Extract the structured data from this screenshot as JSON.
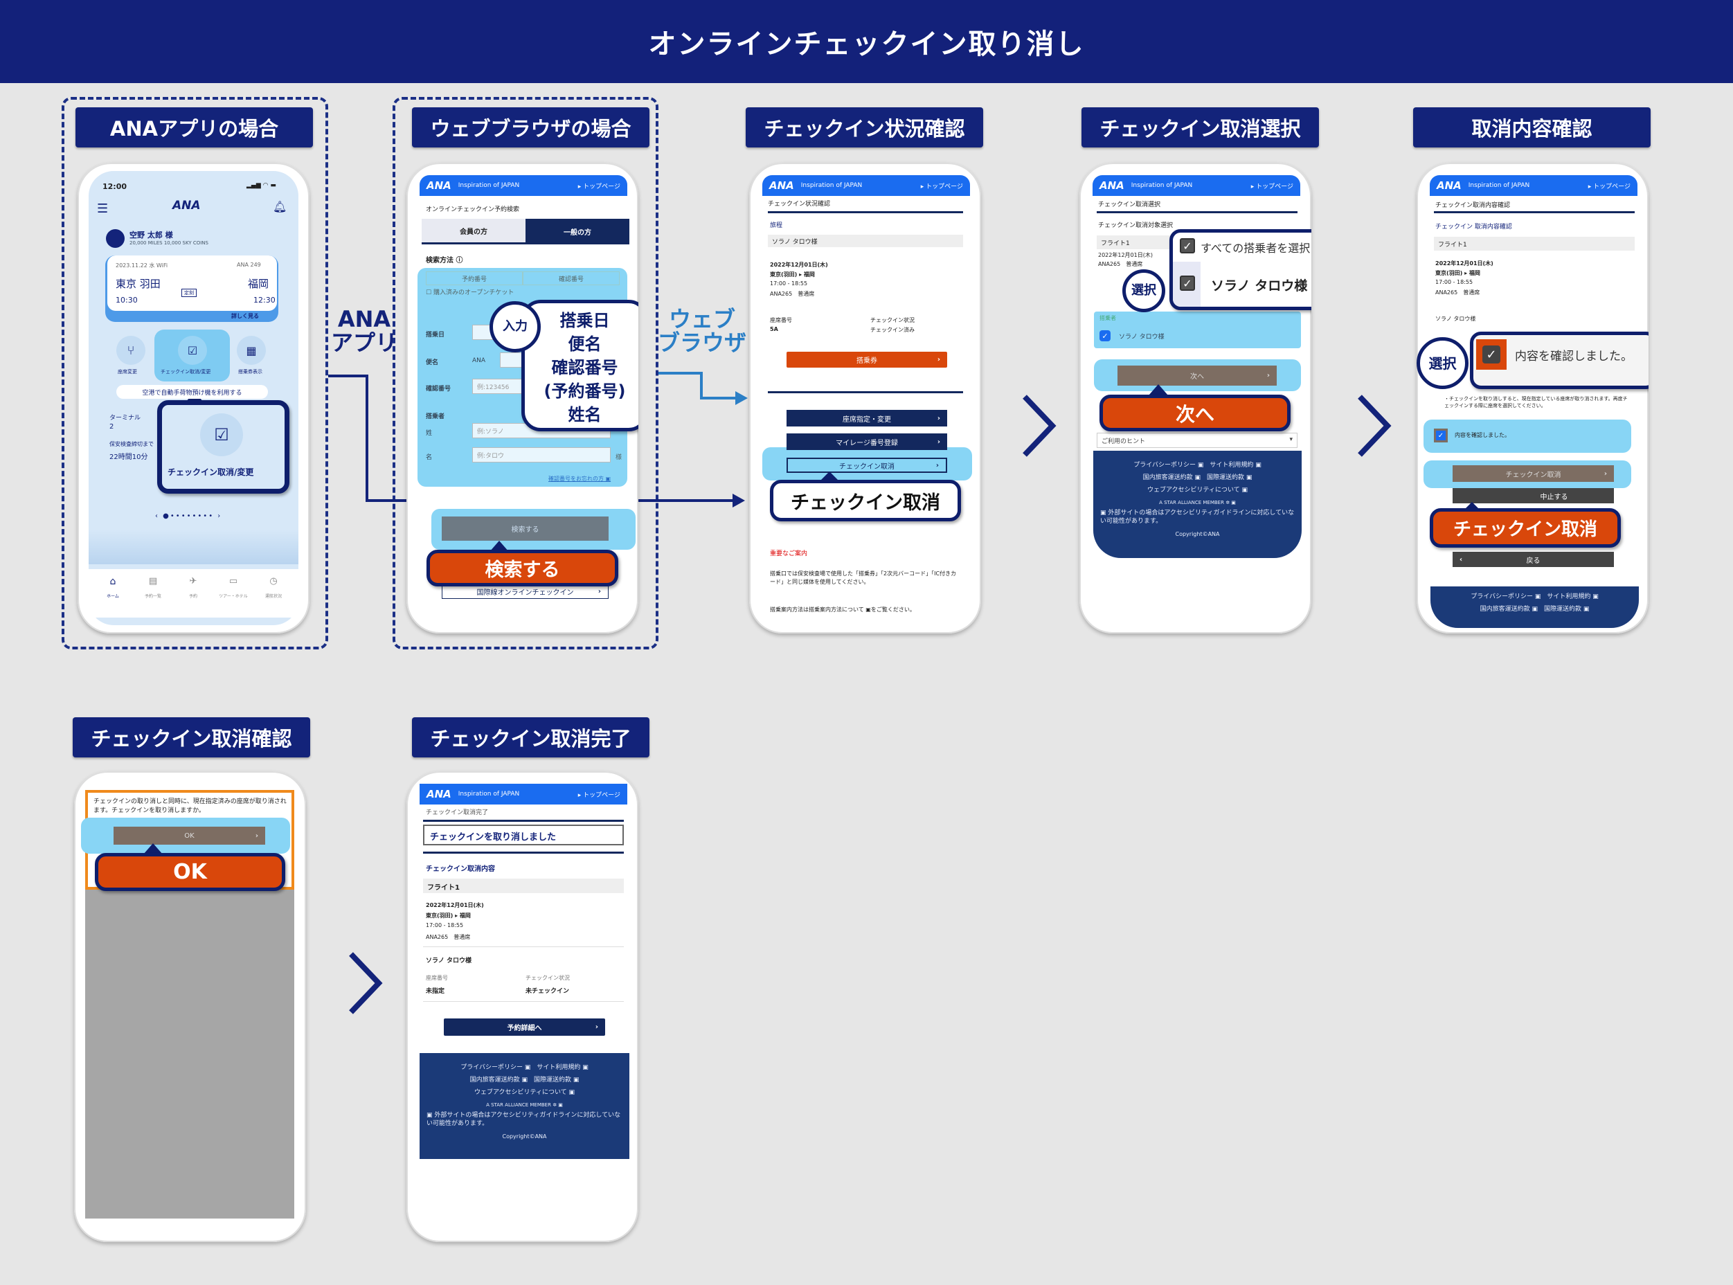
{
  "header": {
    "title": "オンラインチェックイン取り消し"
  },
  "common": {
    "ana_logo": "ANA",
    "tagline": "Inspiration of JAPAN",
    "top_page": "▸ トップページ",
    "footer": {
      "privacy": "プライバシーポリシー ▣",
      "terms": "サイト利用規約 ▣",
      "domestic": "国内旅客運送約款 ▣",
      "intl": "国際運送約款 ▣",
      "accessibility": "ウェブアクセシビリティについて ▣",
      "star": "A STAR ALLIANCE MEMBER ✲ ▣",
      "external_note": "▣ 外部サイトの場合はアクセシビリティガイドラインに対応していない可能性があります。",
      "copyright": "Copyright©ANA"
    },
    "flight": {
      "date": "2022年12月01日(木)",
      "route": "東京(羽田) ▸ 福岡",
      "time": "17:00 - 18:55",
      "number": "ANA265　普通席",
      "flight_label": "フライト1",
      "passenger": "ソラノ タロウ様"
    }
  },
  "flows": {
    "app_line1": "ANA",
    "app_line2": "アプリ",
    "web_line1": "ウェブ",
    "web_line2": "ブラウザ"
  },
  "app": {
    "label": "ANAアプリの場合",
    "time": "12:00",
    "status": "▂▄▆ ◠ ▬",
    "member_name": "空野 太郎 様",
    "miles": "20,000 MILES  10,000 SKY COINS",
    "card": {
      "date": "2023.11.22 水 WiFi",
      "flight": "ANA 249",
      "from": "東京 羽田",
      "to": "福岡",
      "dep": "10:30",
      "arr": "12:30",
      "status": "定刻",
      "details": "詳しく見る"
    },
    "actions": [
      "座席変更",
      "チェックイン取消/変更",
      "搭乗券表示"
    ],
    "pill": "空港で自動手荷物預け機を利用する",
    "terminal_label": "ターミナル",
    "terminal": "2",
    "security_label": "保安検査締切まで",
    "security": "22時間10分",
    "callout": "チェックイン取消/変更",
    "nav": [
      "ホーム",
      "予約一覧",
      "予約",
      "ツアー・ホテル",
      "運航状況"
    ]
  },
  "web": {
    "label": "ウェブブラウザの場合",
    "title": "オンラインチェックイン予約検索",
    "tab_member": "会員の方",
    "tab_general": "一般の方",
    "method": "検索方法 ⓘ",
    "radio1": "予約番号",
    "radio2": "確認番号",
    "purchased": "購入済みのオープンチケット",
    "f_date": "搭乗日",
    "f_flight": "便名",
    "f_flight_prefix": "ANA",
    "f_conf": "確認番号",
    "f_conf_ph": "例:123456",
    "f_pax": "搭乗者",
    "f_last": "姓",
    "f_last_ph": "例:ソラノ",
    "f_first": "名",
    "f_first_ph": "例:タロウ",
    "sama": "様",
    "forgot": "確認番号をお忘れの方 ▣",
    "search_btn": "検索する",
    "intl_btn": "国際線オンラインチェックイン",
    "bubble_circle": "入力",
    "bubble_lines": [
      "搭乗日",
      "便名",
      "確認番号",
      "(予約番号)",
      "姓名"
    ],
    "callout": "検索する"
  },
  "status": {
    "label": "チェックイン状況確認",
    "title": "チェックイン状況確認",
    "itinerary": "旅程",
    "passenger": "ソラノ タロウ様",
    "seat_label": "座席番号",
    "seat": "5A",
    "ci_label": "チェックイン状況",
    "ci": "チェックイン済み",
    "boarding_btn": "搭乗券",
    "seat_btn": "座席指定・変更",
    "mileage_btn": "マイレージ番号登録",
    "cancel_btn": "チェックイン取消",
    "callout": "チェックイン取消",
    "important": "重要なご案内",
    "note1": "搭乗口では保安検査場で使用した「搭乗券」「2次元バーコード」「IC付きカード」と同じ媒体を使用してください。",
    "note2": "搭乗案内方法は搭乗案内方法について ▣をご覧ください。"
  },
  "select": {
    "label": "チェックイン取消選択",
    "title": "チェックイン取消選択",
    "subtitle": "チェックイン取消対象選択",
    "pax_section": "搭乗者",
    "pax": "ソラノ タロウ様",
    "next_btn": "次へ",
    "hint": "ご利用のヒント",
    "callout_all": "すべての搭乗者を選択",
    "callout_pax": "ソラノ タロウ様",
    "circle": "選択",
    "callout_next": "次へ"
  },
  "confirm": {
    "label": "取消内容確認",
    "title": "チェックイン取消内容確認",
    "subtitle": "チェックイン 取消内容確認",
    "warning": "・チェックインを取り消しすると、現在指定している座席が取り消されます。再度チェックインする際に座席を選択してください。",
    "check": "内容を確認しました。",
    "cancel_btn": "チェックイン取消",
    "stop_btn": "中止する",
    "back_btn": "戻る",
    "circle": "選択",
    "callout_check": "内容を確認しました。",
    "callout_btn": "チェックイン取消"
  },
  "dialog": {
    "label": "チェックイン取消確認",
    "message": "チェックインの取り消しと同時に、現在指定済みの座席が取り消されます。チェックインを取り消しますか。",
    "ok_btn": "OK",
    "callout": "OK"
  },
  "complete": {
    "label": "チェックイン取消完了",
    "title": "チェックイン取消完了",
    "done": "チェックインを取り消しました",
    "section": "チェックイン取消内容",
    "seat_label": "座席番号",
    "seat": "未指定",
    "ci_label": "チェックイン状況",
    "ci": "未チェックイン",
    "detail_btn": "予約詳細へ"
  },
  "colors": {
    "navy": "#13237a",
    "orange": "#d9470b",
    "ana_blue": "#1a6cf0",
    "highlight": "#88d5f5"
  }
}
